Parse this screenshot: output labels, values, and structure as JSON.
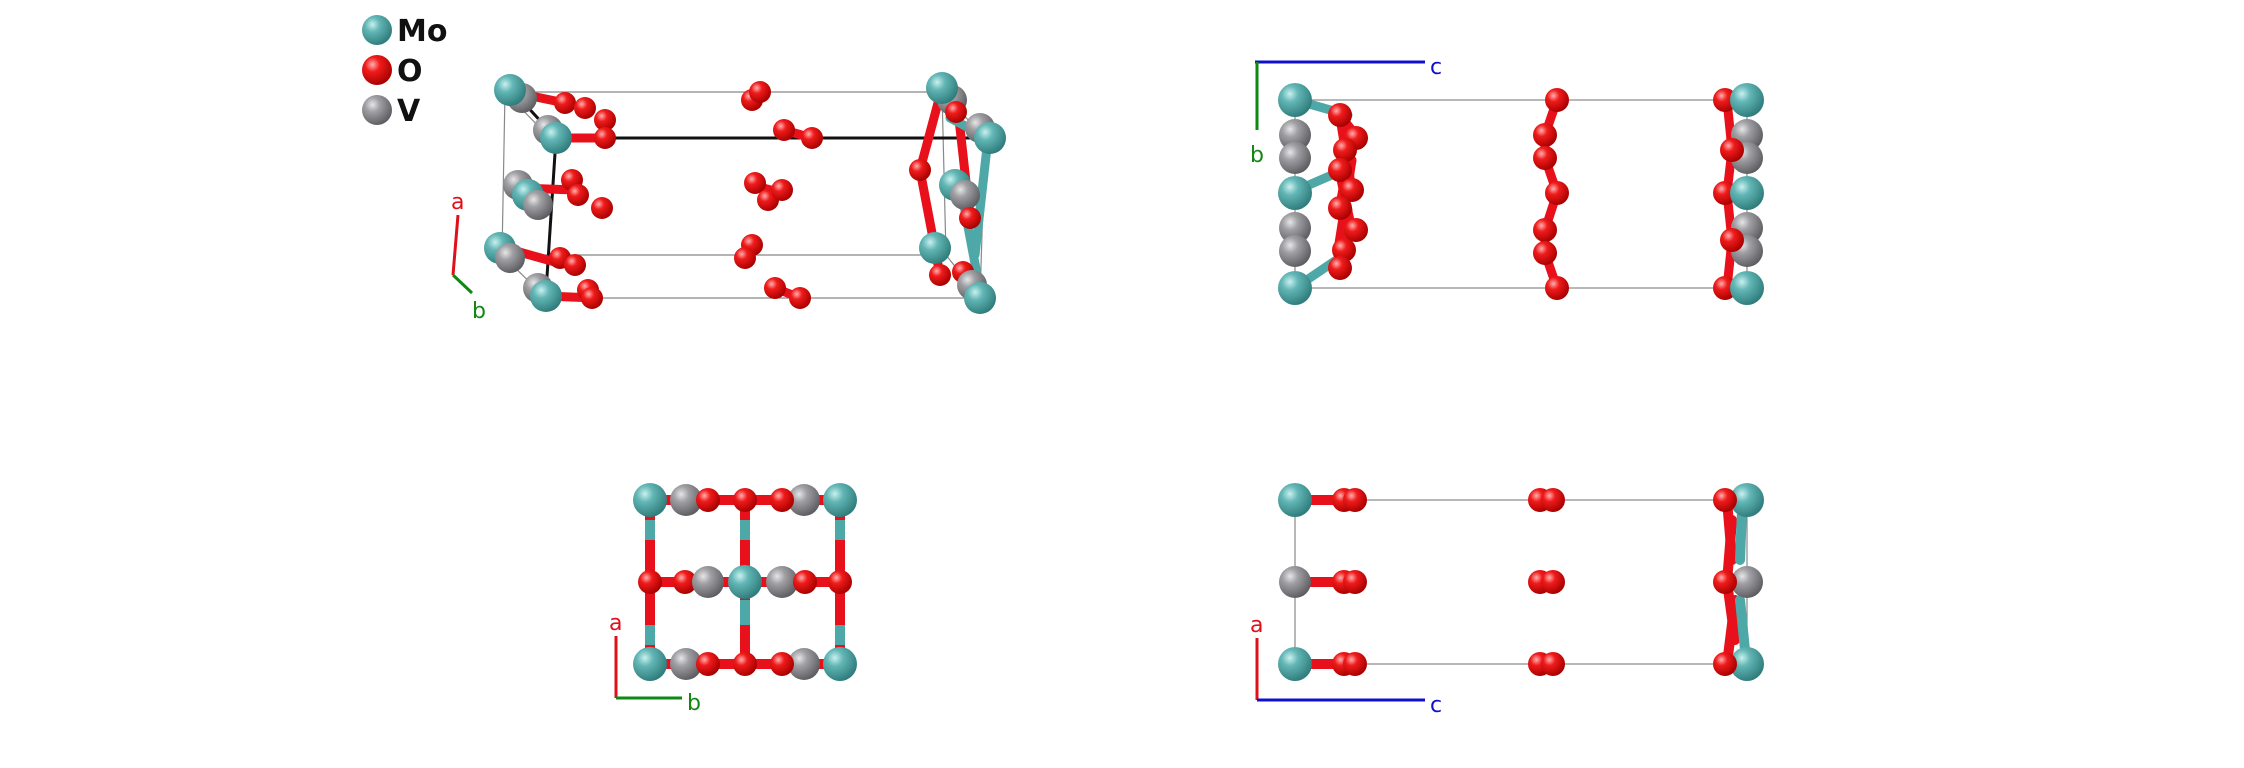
{
  "legend": [
    {
      "element": "Mo",
      "color": "#4fa8a8"
    },
    {
      "element": "O",
      "color": "#e8101a"
    },
    {
      "element": "V",
      "color": "#8f8f93"
    }
  ],
  "axis_colors": {
    "a": "#e0101a",
    "b": "#118811",
    "c": "#1010cc"
  },
  "views": [
    {
      "name": "perspective",
      "axes": [
        "a",
        "b"
      ]
    },
    {
      "name": "view-bc",
      "axes": [
        "c",
        "b"
      ]
    },
    {
      "name": "view-ab",
      "axes": [
        "a",
        "b"
      ]
    },
    {
      "name": "view-ac",
      "axes": [
        "a",
        "c"
      ]
    }
  ]
}
